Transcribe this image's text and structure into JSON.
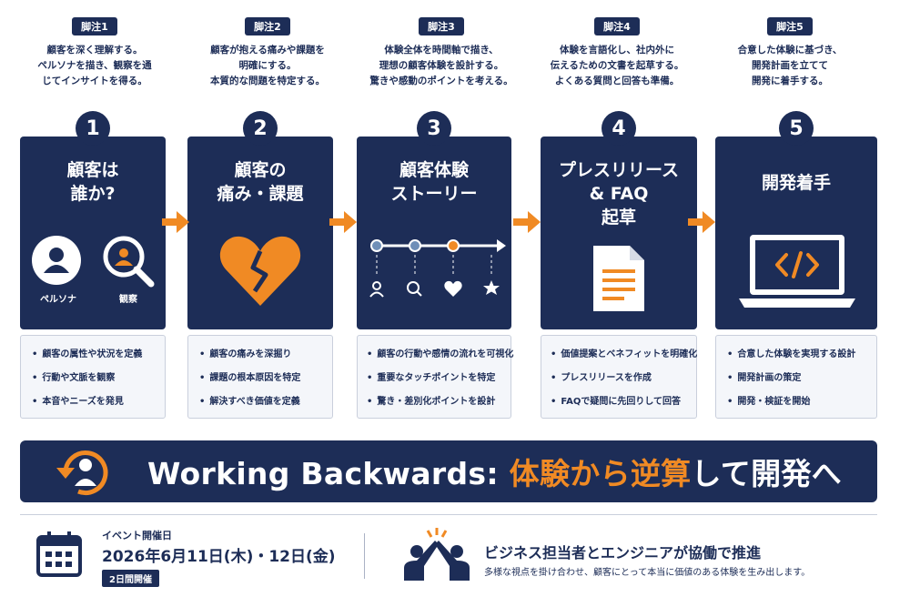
{
  "colors": {
    "navy": "#1d2d57",
    "accent": "#f08a24",
    "light": "#f4f6fa"
  },
  "notes": [
    {
      "tag": "脚注1",
      "text": "顧客を深く理解する。\nペルソナを描き、観察を通\nじてインサイトを得る。"
    },
    {
      "tag": "脚注2",
      "text": "顧客が抱える痛みや課題を\n明確にする。\n本質的な問題を特定する。"
    },
    {
      "tag": "脚注3",
      "text": "体験全体を時間軸で描き、\n理想の顧客体験を設計する。\n驚きや感動のポイントを考える。"
    },
    {
      "tag": "脚注4",
      "text": "体験を言語化し、社内外に\n伝えるための文書を起草する。\nよくある質問と回答も準備。"
    },
    {
      "tag": "脚注5",
      "text": "合意した体験に基づき、\n開発計画を立てて\n開発に着手する。"
    }
  ],
  "steps": [
    {
      "num": "1",
      "title": "顧客は\n誰か?",
      "icons": [
        "persona-icon",
        "observe-icon"
      ],
      "icon_labels": [
        "ペルソナ",
        "観察"
      ],
      "bullets": [
        "顧客の属性や状況を定義",
        "行動や文脈を観察",
        "本音やニーズを発見"
      ]
    },
    {
      "num": "2",
      "title": "顧客の\n痛み・課題",
      "icons": [
        "broken-heart-icon"
      ],
      "bullets": [
        "顧客の痛みを深掘り",
        "課題の根本原因を特定",
        "解決すべき価値を定義"
      ]
    },
    {
      "num": "3",
      "title": "顧客体験\nストーリー",
      "icons": [
        "timeline-icon"
      ],
      "bullets": [
        "顧客の行動や感情の流れを可視化",
        "重要なタッチポイントを特定",
        "驚き・差別化ポイントを設計"
      ]
    },
    {
      "num": "4",
      "title": "プレスリリース\n& FAQ\n起草",
      "icons": [
        "document-icon"
      ],
      "bullets": [
        "価値提案とベネフィットを明確化",
        "プレスリリースを作成",
        "FAQで疑問に先回りして回答"
      ]
    },
    {
      "num": "5",
      "title": "開発着手",
      "icons": [
        "laptop-code-icon"
      ],
      "bullets": [
        "合意した体験を実現する設計",
        "開発計画の策定",
        "開発・検証を開始"
      ]
    }
  ],
  "banner": {
    "lead": "Working Backwards: ",
    "accent": "体験から逆算",
    "tail": "して開発へ"
  },
  "event": {
    "label": "イベント開催日",
    "date": "2026年6月11日(木)・12日(金)",
    "badge": "2日間開催"
  },
  "business": {
    "title": "ビジネス担当者とエンジニアが協働で推進",
    "subtitle": "多様な視点を掛け合わせ、顧客にとって本当に価値のある体験を生み出します。"
  }
}
